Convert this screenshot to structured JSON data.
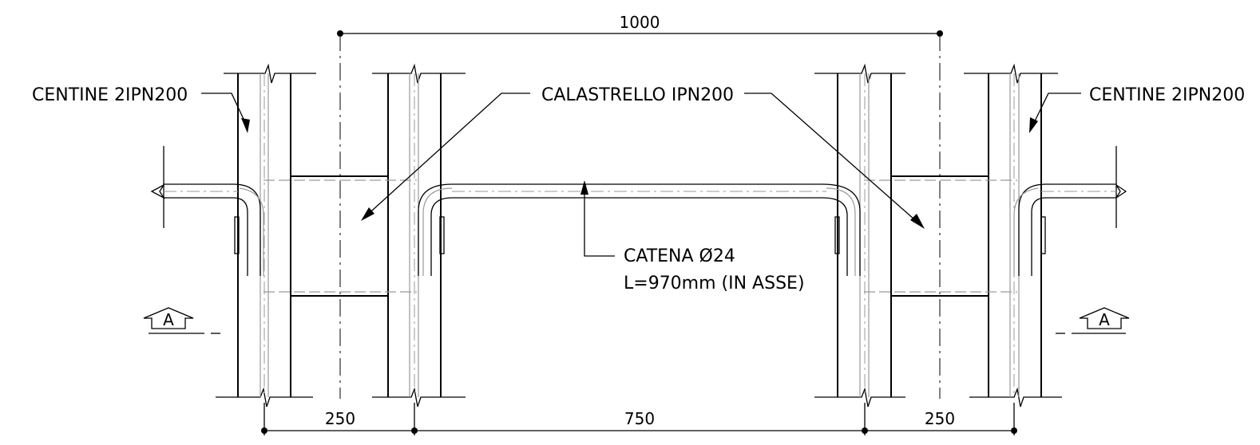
{
  "labels": {
    "centine_left": "CENTINE 2IPN200",
    "centine_right": "CENTINE 2IPN200",
    "calastrello": "CALASTRELLO IPN200",
    "catena_line1": "CATENA Ø24",
    "catena_line2": "L=970mm (IN ASSE)",
    "section_left": "A",
    "section_right": "A"
  },
  "dimensions": {
    "top_total": "1000",
    "bottom_left": "250",
    "bottom_middle": "750",
    "bottom_right": "250"
  },
  "colors": {
    "line": "#000000",
    "hidden": "#9a9a9a",
    "background": "#ffffff"
  }
}
